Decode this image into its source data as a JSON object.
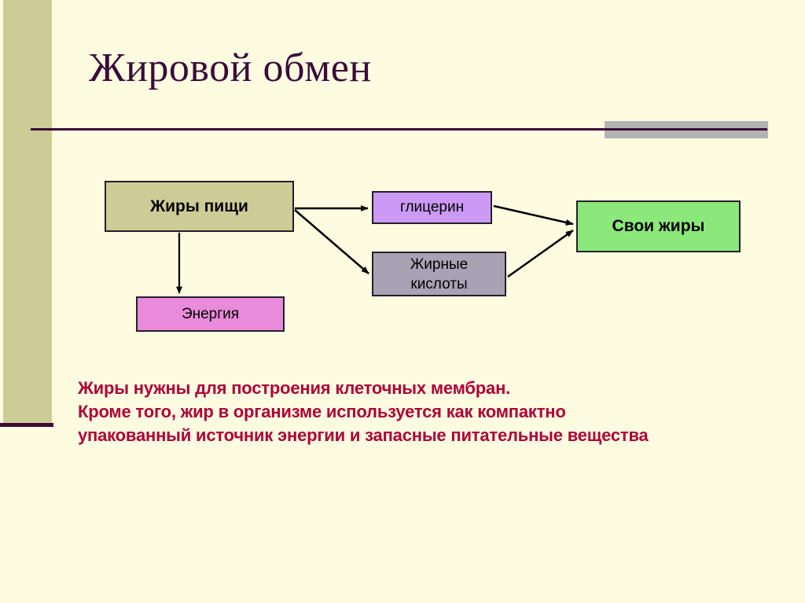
{
  "slide": {
    "title": "Жировой обмен",
    "background_color": "#FDFCE1",
    "accent_band_color": "#CDCC97",
    "rule_color": "#3B0B38",
    "gray_accent_color": "#B2B2B2",
    "body_text_color": "#AE0038"
  },
  "diagram": {
    "nodes": [
      {
        "id": "fats-food",
        "label": "Жиры пищи",
        "color": "#CDCC97"
      },
      {
        "id": "glycerin",
        "label": "глицерин",
        "color": "#CC99F5"
      },
      {
        "id": "fatty-acids",
        "line1": "Жирные",
        "line2": "кислоты",
        "color": "#A9A1B4"
      },
      {
        "id": "own-fats",
        "label": "Свои жиры",
        "color": "#8CE87A"
      },
      {
        "id": "energy",
        "label": "Энергия",
        "color": "#E98ADA"
      }
    ],
    "edges": [
      {
        "from": "fats-food",
        "to": "glycerin"
      },
      {
        "from": "fats-food",
        "to": "fatty-acids"
      },
      {
        "from": "fats-food",
        "to": "energy"
      },
      {
        "from": "glycerin",
        "to": "own-fats"
      },
      {
        "from": "fatty-acids",
        "to": "own-fats"
      }
    ]
  },
  "body": {
    "line1": "Жиры нужны для построения клеточных мембран.",
    "line2": "Кроме того, жир в организме используется как компактно",
    "line3": "упакованный источник энергии и запасные питательные вещества"
  }
}
